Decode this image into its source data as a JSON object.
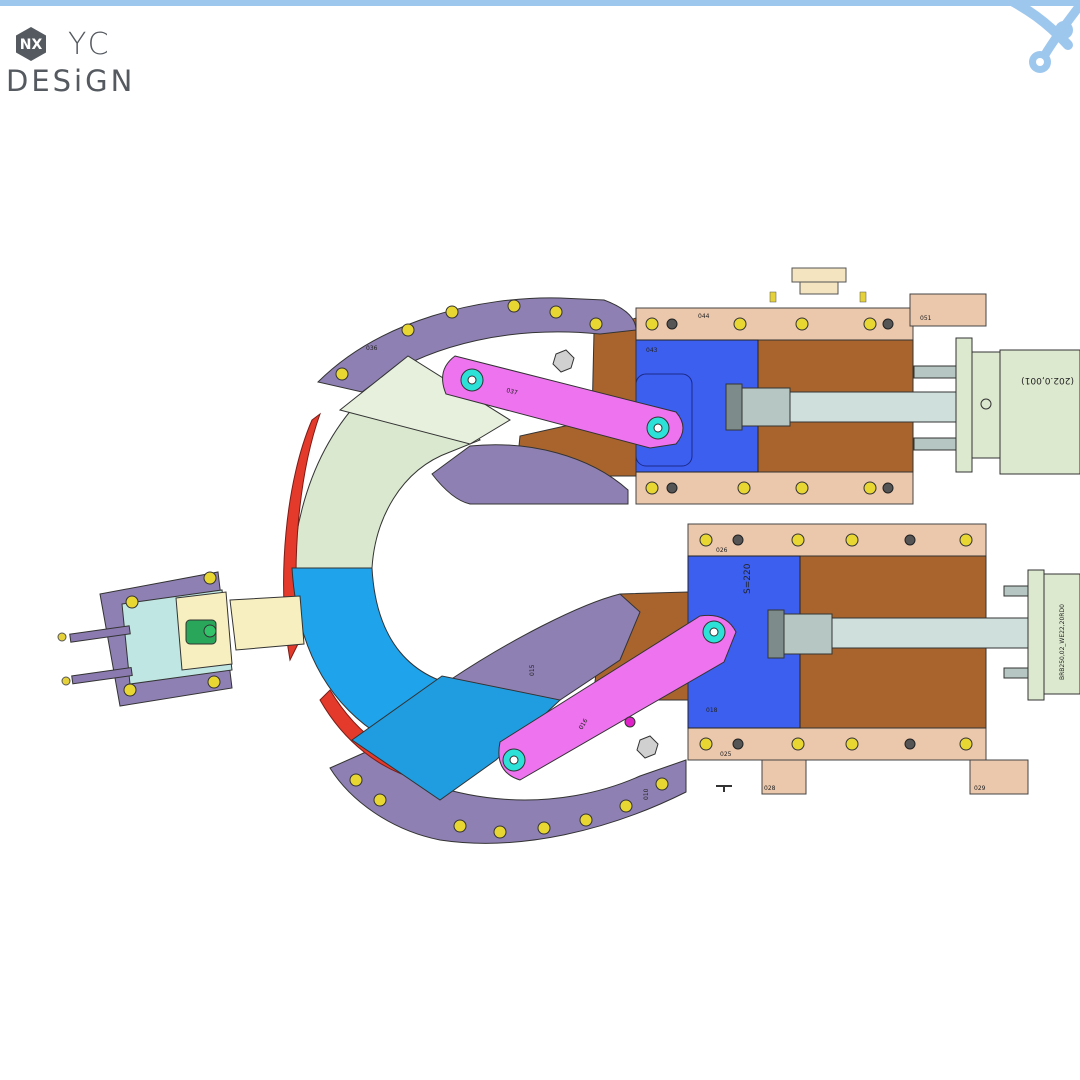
{
  "logo": {
    "badge": "NX",
    "line1": "YC",
    "line2": "DESiGN"
  },
  "colors": {
    "topbar": "#9ec7ee",
    "purple_plate": "#8f80b3",
    "pink_link": "#ee73ee",
    "blue_block": "#3d5ff0",
    "brown_base": "#a8642c",
    "peach_rail": "#ebc7ac",
    "cyan_pipe": "#1fa3ea",
    "sage_pipe": "#d9e8cf",
    "red_support": "#e43a2c",
    "yellow_clamp": "#f7efbf"
  },
  "part_labels": {
    "upper_arc": "036",
    "upper_link": "037",
    "upper_plate": "044",
    "upper_block": "043",
    "upper_small_plate": "051",
    "lower_rail": "026",
    "lower_rail_bottom": "025",
    "lower_block_label": "S=220",
    "lower_block_id": "018",
    "lower_link": "016",
    "lower_arc": "010",
    "lower_arc_2": "015",
    "small_plate_a": "028",
    "small_plate_b": "029",
    "cyl_upper_tag": "(202.0,001)",
    "cyl_lower_tag": "BRB250,02_WE22,20RD0"
  }
}
